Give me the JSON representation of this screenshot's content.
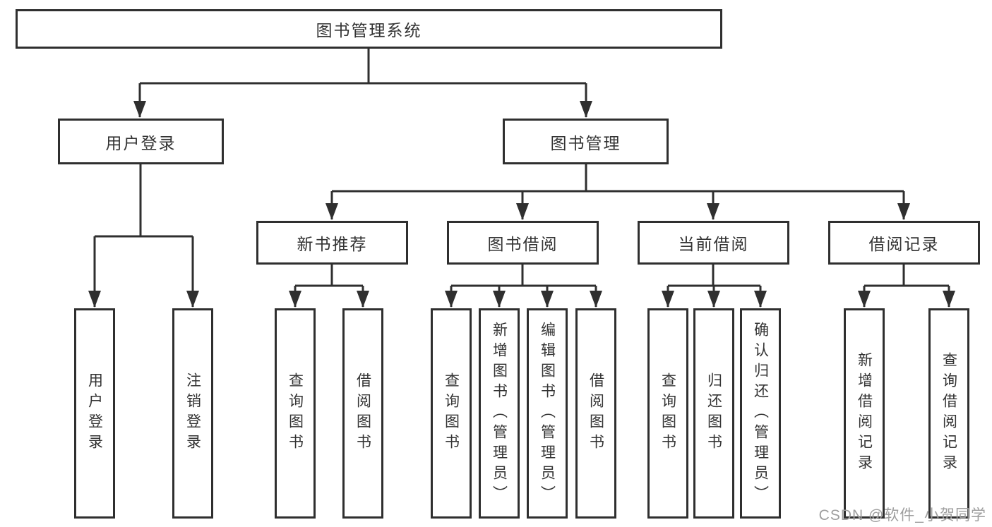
{
  "diagram": {
    "root": {
      "label": "图书管理系统",
      "children": [
        {
          "label": "用户登录",
          "children": [
            {
              "label": "用户登录"
            },
            {
              "label": "注销登录"
            }
          ]
        },
        {
          "label": "图书管理",
          "children": [
            {
              "label": "新书推荐",
              "children": [
                {
                  "label": "查询图书"
                },
                {
                  "label": "借阅图书"
                }
              ]
            },
            {
              "label": "图书借阅",
              "children": [
                {
                  "label": "查询图书"
                },
                {
                  "label": "新增图书（管理员）"
                },
                {
                  "label": "编辑图书（管理员）"
                },
                {
                  "label": "借阅图书"
                }
              ]
            },
            {
              "label": "当前借阅",
              "children": [
                {
                  "label": "查询图书"
                },
                {
                  "label": "归还图书"
                },
                {
                  "label": "确认归还（管理员）"
                }
              ]
            },
            {
              "label": "借阅记录",
              "children": [
                {
                  "label": "新增借阅记录"
                },
                {
                  "label": "查询借阅记录"
                }
              ]
            }
          ]
        }
      ]
    }
  },
  "watermark": {
    "text": "CSDN @软件_小贺同学"
  },
  "colors": {
    "line": "#2f2f2f",
    "text": "#333333",
    "background": "#ffffff",
    "watermark": "#9e9e9e"
  }
}
